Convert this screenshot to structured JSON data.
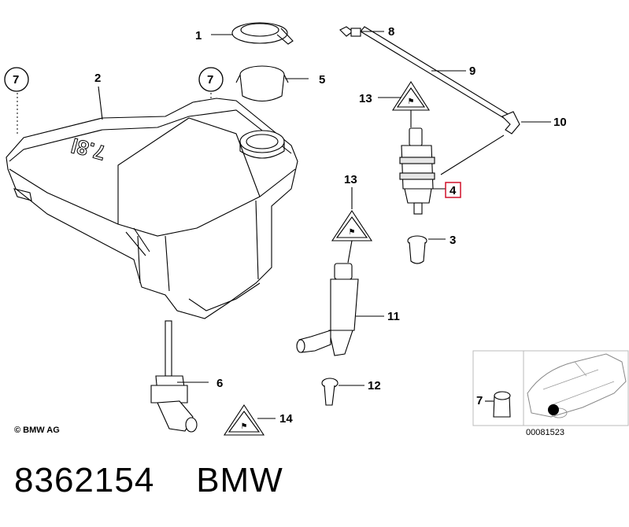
{
  "diagram": {
    "callouts": [
      {
        "id": "c1",
        "label": "1"
      },
      {
        "id": "c2",
        "label": "2"
      },
      {
        "id": "c3",
        "label": "3"
      },
      {
        "id": "c4",
        "label": "4",
        "highlighted": true
      },
      {
        "id": "c5",
        "label": "5"
      },
      {
        "id": "c6",
        "label": "6"
      },
      {
        "id": "c7a",
        "label": "7"
      },
      {
        "id": "c7b",
        "label": "7"
      },
      {
        "id": "c7c",
        "label": "7"
      },
      {
        "id": "c8",
        "label": "8"
      },
      {
        "id": "c9",
        "label": "9"
      },
      {
        "id": "c10",
        "label": "10"
      },
      {
        "id": "c11",
        "label": "11"
      },
      {
        "id": "c12",
        "label": "12"
      },
      {
        "id": "c13a",
        "label": "13"
      },
      {
        "id": "c13b",
        "label": "13"
      },
      {
        "id": "c14",
        "label": "14"
      }
    ],
    "tank_marking": "7.8l",
    "copyright": "© BMW AG",
    "diagram_number": "00081523",
    "highlight_color": "#d0102a"
  },
  "part_title": "8362154    BMW"
}
